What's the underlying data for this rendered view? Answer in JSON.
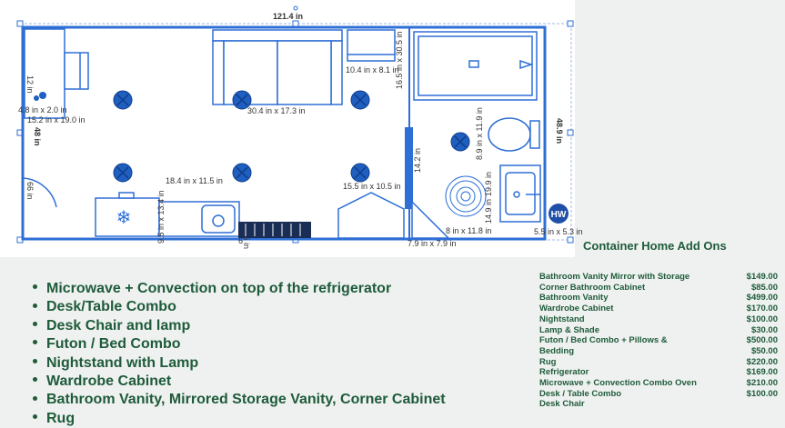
{
  "plan": {
    "overall_width": "121.4 in",
    "dims": {
      "d1": "10.4 in x 8.1 in",
      "d2": "16.5 in x 30.5 in",
      "d3": "12 in",
      "d4": "4.8 in x 2.0 in",
      "d5": "15.2 in x 19.0 in",
      "d6": "30.4 in x 17.3 in",
      "d7": "48 in",
      "d8": "8.9 in x 11.9 in",
      "d9": "48.9 in",
      "d10": "14.2 in",
      "d11": "66 in",
      "d12": "18.4 in x 11.5 in",
      "d13": "15.5 in x 10.5 in",
      "d14": "19.9 in",
      "d15": "14.9 in",
      "d16": "8 in x 11.8 in",
      "d17": "5.5 in x 5.3 in",
      "d18": "7.9 in x 7.9 in",
      "d19": "9.5 in x 13.4 in",
      "d20": "6.5 in",
      "d21": "6"
    },
    "hw_label": "HW"
  },
  "section_title": "Container Home Add Ons",
  "features": [
    "Microwave + Convection on top of the refrigerator",
    "Desk/Table Combo",
    "Desk Chair and lamp",
    "Futon / Bed Combo",
    "Nightstand with Lamp",
    "Wardrobe Cabinet",
    "Bathroom Vanity, Mirrored Storage Vanity, Corner Cabinet",
    "Rug"
  ],
  "prices": [
    {
      "item": "Bathroom Vanity Mirror with Storage",
      "price": "$149.00"
    },
    {
      "item": "Corner Bathroom Cabinet",
      "price": "$85.00"
    },
    {
      "item": "Bathroom Vanity",
      "price": "$499.00"
    },
    {
      "item": "Wardrobe Cabinet",
      "price": "$170.00"
    },
    {
      "item": "Nightstand",
      "price": "$100.00"
    },
    {
      "item": "Lamp & Shade",
      "price": "$30.00"
    },
    {
      "item": "Futon / Bed Combo + Pillows &",
      "price": "$500.00"
    },
    {
      "item": "Bedding",
      "price": "$50.00"
    },
    {
      "item": "Rug",
      "price": "$220.00"
    },
    {
      "item": "Refrigerator",
      "price": "$169.00"
    },
    {
      "item": "Microwave + Convection Combo Oven",
      "price": "$210.00"
    },
    {
      "item": "Desk / Table Combo",
      "price": "$100.00"
    },
    {
      "item": "Desk Chair",
      "price": ""
    }
  ],
  "colors": {
    "plan_line": "#2e6fd6",
    "plan_fill": "#dde7f7",
    "heading_green": "#1f5b3a"
  }
}
